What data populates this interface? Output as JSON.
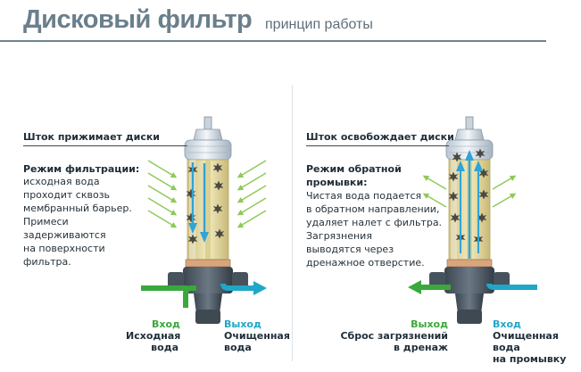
{
  "header": {
    "title": "Дисковый фильтр",
    "subtitle": "принцип работы"
  },
  "left_panel": {
    "heading": "Шток прижимает диски",
    "mode_title": "Режим фильтрации:",
    "description": "исходная вода\nпроходит сквозь\nмембранный барьер.\nПримеси\nзадерживаются\nна поверхности\nфильтра.",
    "inlet_title": "Вход",
    "inlet_text": "Исходная\nвода",
    "outlet_title": "Выход",
    "outlet_text": "Очищенная\nвода"
  },
  "right_panel": {
    "heading": "Шток освобождает диски",
    "mode_title": "Режим обратной\nпромывки:",
    "description": "Чистая вода подается\nв обратном направлении,\nудаляет налет с фильтра.\nЗагрязнения\nвыводятся через\nдренажное отверстие.",
    "outlet_title": "Выход",
    "outlet_text": "Сброс загрязнений\nв дренаж",
    "inlet_title": "Вход",
    "inlet_text": "Очищенная\nвода\nна промывку"
  },
  "colors": {
    "inlet_arrow": "#3aa83c",
    "outlet_arrow": "#1fa7c8",
    "title": "#6a7f8c",
    "filter_body": "#e9dfa6"
  }
}
